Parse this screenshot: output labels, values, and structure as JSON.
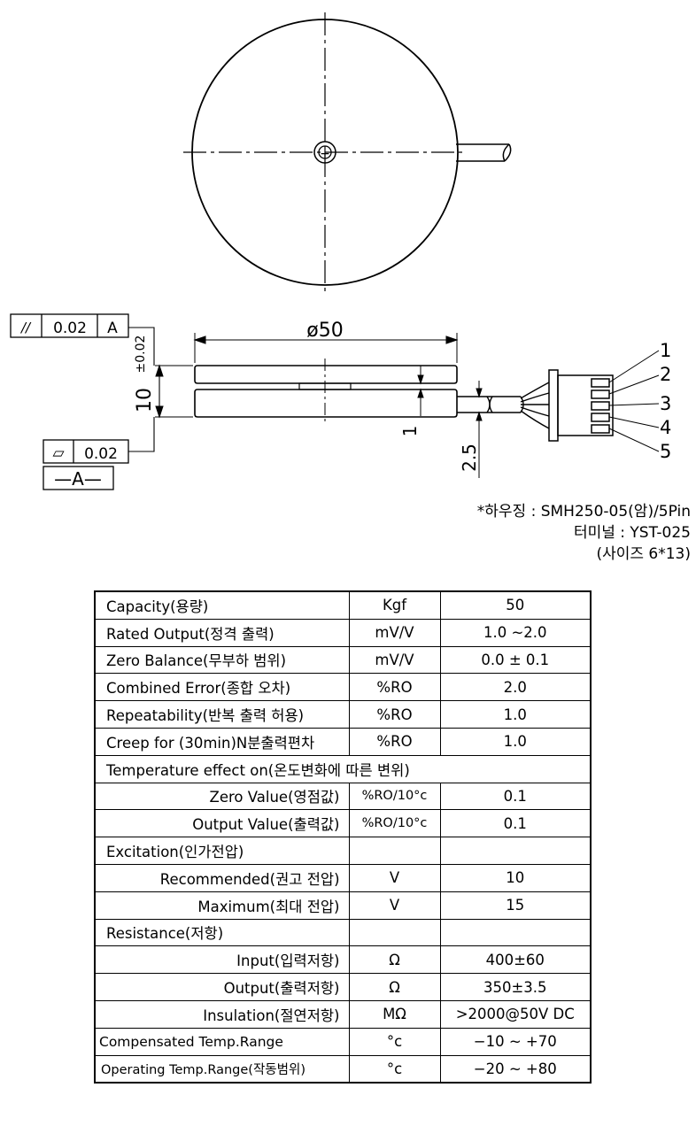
{
  "top_view": {
    "center_mark": "+"
  },
  "side_view": {
    "diameter_label": "ø50",
    "height_label": "10",
    "height_tol_label": "±0.02",
    "gap_label": "1",
    "cable_label": "2.5",
    "parallelism": {
      "symbol": "//",
      "value": "0.02",
      "datum": "A"
    },
    "flatness": {
      "symbol": "▱",
      "value": "0.02"
    },
    "datum_label": "—A—",
    "pins": [
      "1",
      "2",
      "3",
      "4",
      "5"
    ]
  },
  "notes": [
    "*하우징 : SMH250-05(암)/5Pin",
    "터미널 : YST-025",
    "(사이즈 6*13)"
  ],
  "spec_table": {
    "rows": [
      {
        "label": "Capacity(용량)",
        "unit": "Kgf",
        "value": "50"
      },
      {
        "label": "Rated Output(정격 출력)",
        "unit": "mV/V",
        "value": "1.0 ~2.0"
      },
      {
        "label": "Zero Balance(무부하 범위)",
        "unit": "mV/V",
        "value": "0.0 ± 0.1"
      },
      {
        "label": "Combined Error(종합 오차)",
        "unit": "%RO",
        "value": "2.0"
      },
      {
        "label": "Repeatability(반복 출력 허용)",
        "unit": "%RO",
        "value": "1.0"
      },
      {
        "label": "Creep for (30min)N분출력편차",
        "unit": "%RO",
        "value": "1.0"
      },
      {
        "label": "Temperature effect on(온도변화에 따른 변위)"
      },
      {
        "label": "Zero Value(영점값)",
        "unit": "%RO/10°c",
        "value": "0.1"
      },
      {
        "label": "Output Value(출력값)",
        "unit": "%RO/10°c",
        "value": "0.1"
      },
      {
        "label": "Excitation(인가전압)",
        "unit": "",
        "value": ""
      },
      {
        "label": "Recommended(권고 전압)",
        "unit": "V",
        "value": "10"
      },
      {
        "label": "Maximum(최대 전압)",
        "unit": "V",
        "value": "15"
      },
      {
        "label": "Resistance(저항)",
        "unit": "",
        "value": ""
      },
      {
        "label": "Input(입력저항)",
        "unit": "Ω",
        "value": "400±60"
      },
      {
        "label": "Output(출력저항)",
        "unit": "Ω",
        "value": "350±3.5"
      },
      {
        "label": "Insulation(절연저항)",
        "unit": "MΩ",
        "value": ">2000@50V DC"
      },
      {
        "label": "Compensated Temp.Range",
        "unit": "°c",
        "value": "−10 ~ +70"
      },
      {
        "label": "Operating Temp.Range(작동범위)",
        "unit": "°c",
        "value": "−20 ~ +80"
      }
    ]
  }
}
